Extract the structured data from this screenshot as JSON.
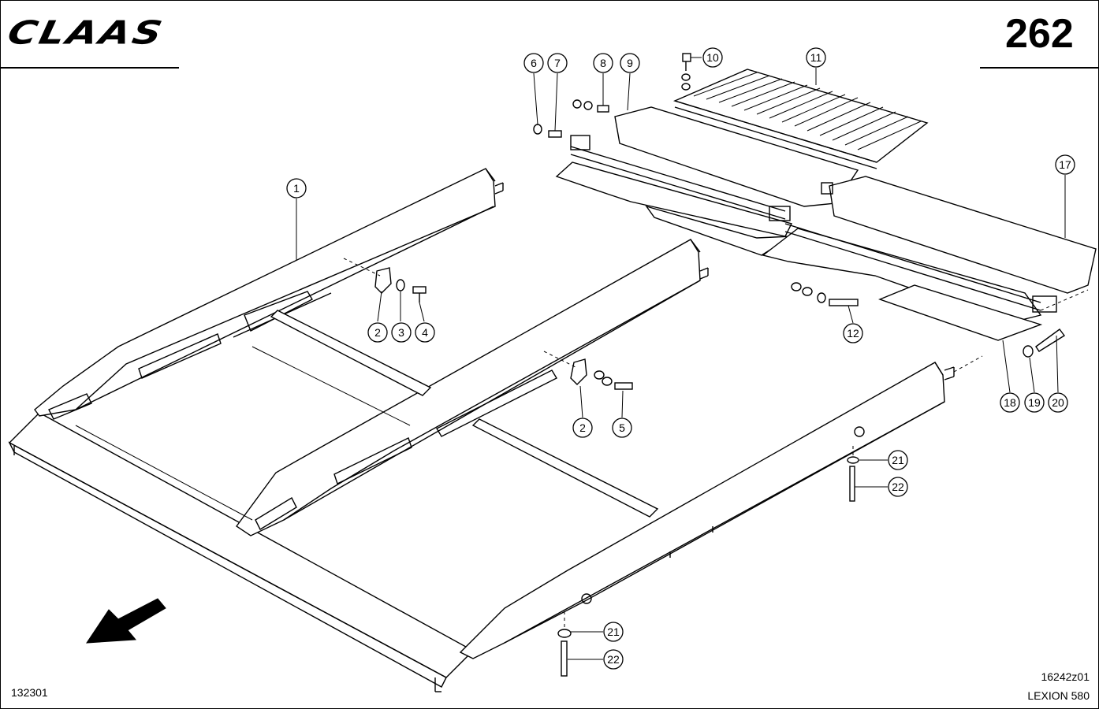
{
  "header": {
    "brand": "CLAAS",
    "page_number": "262"
  },
  "footer": {
    "doc_code": "132301",
    "drawing_code": "16242z01",
    "model": "LEXION 580"
  },
  "callouts": {
    "c1": "1",
    "c2a": "2",
    "c3": "3",
    "c4": "4",
    "c2b": "2",
    "c5": "5",
    "c6": "6",
    "c7": "7",
    "c8": "8",
    "c9": "9",
    "c10": "10",
    "c11": "11",
    "c12": "12",
    "c17": "17",
    "c18": "18",
    "c19": "19",
    "c20": "20",
    "c21a": "21",
    "c22a": "22",
    "c21b": "21",
    "c22b": "22"
  }
}
